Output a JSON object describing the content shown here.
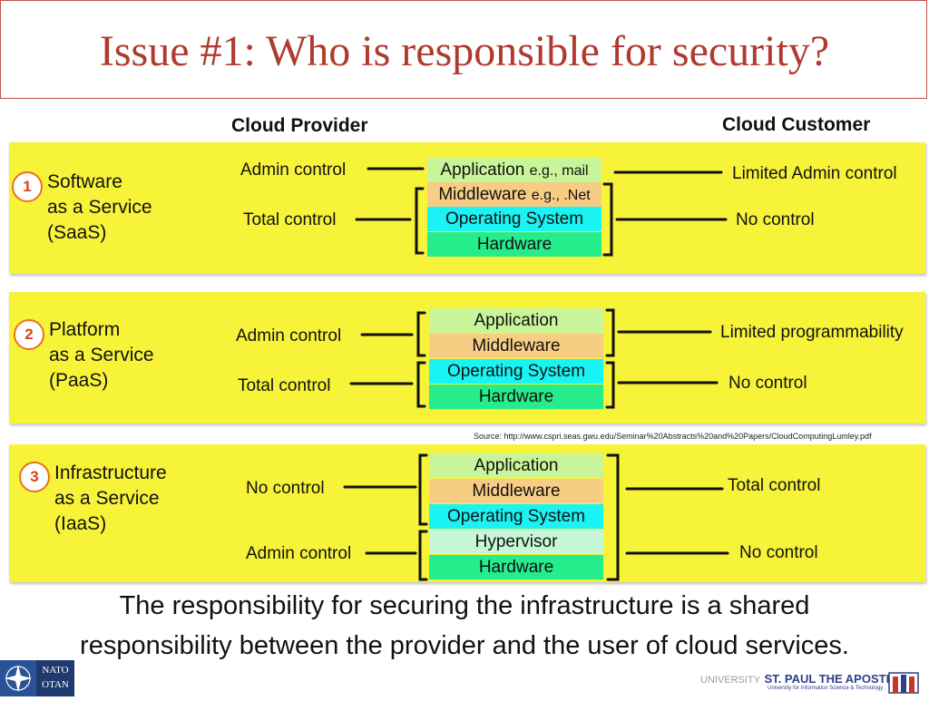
{
  "title": "Issue #1: Who is responsible for security?",
  "columns": {
    "provider": "Cloud Provider",
    "customer": "Cloud Customer"
  },
  "panels": [
    {
      "number": "1",
      "service_lines": [
        "Software",
        "as a Service",
        "(SaaS)"
      ],
      "left_controls": [
        "Admin control",
        "Total control"
      ],
      "right_controls": [
        "Limited Admin control",
        "No control"
      ],
      "layers": [
        {
          "name": "Application",
          "example": "e.g., mail",
          "color": "#c9f59a"
        },
        {
          "name": "Middleware",
          "example": "e.g., .Net",
          "color": "#f7cd84"
        },
        {
          "name": "Operating System",
          "example": "",
          "color": "#19f3f3"
        },
        {
          "name": "Hardware",
          "example": "",
          "color": "#25ed8c"
        }
      ]
    },
    {
      "number": "2",
      "service_lines": [
        "Platform",
        "as a Service",
        "(PaaS)"
      ],
      "left_controls": [
        "Admin control",
        "Total control"
      ],
      "right_controls": [
        "Limited programmability",
        "No control"
      ],
      "layers": [
        {
          "name": "Application",
          "example": "",
          "color": "#c9f59a"
        },
        {
          "name": "Middleware",
          "example": "",
          "color": "#f7cd84"
        },
        {
          "name": "Operating System",
          "example": "",
          "color": "#19f3f3"
        },
        {
          "name": "Hardware",
          "example": "",
          "color": "#25ed8c"
        }
      ]
    },
    {
      "number": "3",
      "service_lines": [
        "Infrastructure",
        "as a Service",
        "(IaaS)"
      ],
      "left_controls": [
        "No control",
        "Admin control"
      ],
      "right_controls": [
        "Total control",
        "No control"
      ],
      "layers": [
        {
          "name": "Application",
          "example": "",
          "color": "#c9f59a"
        },
        {
          "name": "Middleware",
          "example": "",
          "color": "#f7cd84"
        },
        {
          "name": "Operating System",
          "example": "",
          "color": "#19f3f3"
        },
        {
          "name": "Hypervisor",
          "example": "",
          "color": "#c6f7d6"
        },
        {
          "name": "Hardware",
          "example": "",
          "color": "#25ed8c"
        }
      ]
    }
  ],
  "source": "Source: http://www.cspri.seas.gwu.edu/Seminar%20Abstracts%20and%20Papers/CloudComputingLumley.pdf",
  "caption_lines": [
    "The responsibility for securing the infrastructure is a shared",
    "responsibility between the provider and the user of cloud services."
  ],
  "logos": {
    "nato_line1": "NATO",
    "nato_line2": "OTAN",
    "university_word": "UNIVERSITY",
    "university_name": "ST. PAUL THE APOSTLE",
    "university_sub": "University for Information Science & Technology"
  },
  "colors": {
    "title": "#b03a2e",
    "panel": "#f7f339",
    "circle_border": "#e8731a"
  }
}
